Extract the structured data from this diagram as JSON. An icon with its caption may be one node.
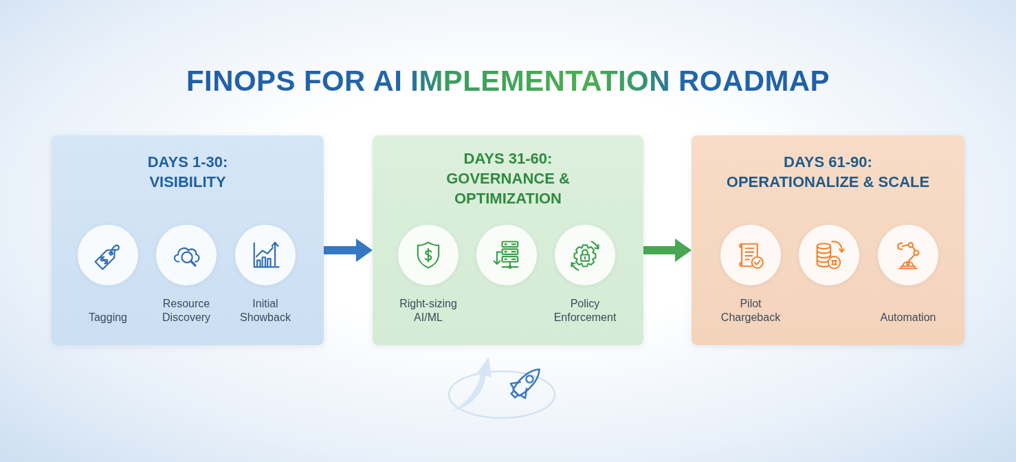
{
  "diagram": {
    "title": "FINOPS FOR AI IMPLEMENTATION ROADMAP",
    "nodes": [
      {
        "text": [
          "DAYS 1-30: VISIBILITY"
        ]
      },
      {
        "text": [
          "Tagging"
        ],
        "in": 0
      },
      {
        "text": [
          "Resource Discovery"
        ],
        "in": 0
      },
      {
        "text": [
          "Initial Showback"
        ],
        "in": 0
      },
      {
        "text": [
          "DAYS 31-60: GOVERNANCE & OPTIMIZATION"
        ]
      },
      {
        "text": [
          "Right-sizing AI/ML"
        ],
        "in": 4
      },
      {
        "text": [],
        "shape": "circle",
        "in": 4
      },
      {
        "text": [
          "Policy Enforcement"
        ],
        "in": 4
      },
      {
        "text": [
          "DAYS 61-90: OPERATIONALIZE & SCALE"
        ]
      },
      {
        "text": [
          "Pilot Chargeback"
        ],
        "in": 8
      },
      {
        "text": [],
        "shape": "circle",
        "in": 8
      },
      {
        "text": [
          "Automation"
        ],
        "in": 8
      }
    ],
    "edges": [
      {
        "from": 0,
        "to": 4,
        "arrow": "to",
        "color": "#3578c2"
      },
      {
        "from": 4,
        "to": 8,
        "arrow": "to",
        "color": "#49a753"
      }
    ]
  }
}
